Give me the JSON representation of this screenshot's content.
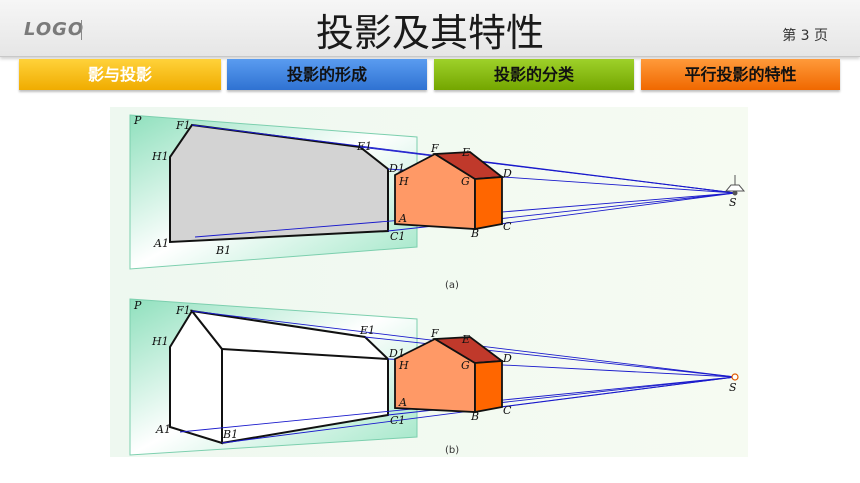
{
  "header": {
    "logo": "LOGO",
    "title": "投影及其特性",
    "page_number": "第 3 页"
  },
  "tabs": [
    {
      "label": "影与投影"
    },
    {
      "label": "投影的形成"
    },
    {
      "label": "投影的分类"
    },
    {
      "label": "平行投影的特性"
    }
  ],
  "figure": {
    "diagram_a": {
      "labels": {
        "P": "P",
        "F1": "F1",
        "E1": "E1",
        "H1": "H1",
        "D1": "D1",
        "A1": "A1",
        "B1": "B1",
        "C1": "C1",
        "F": "F",
        "E": "E",
        "H": "H",
        "G": "G",
        "D": "D",
        "A": "A",
        "B": "B",
        "C": "C",
        "S": "S"
      },
      "caption": "(a)"
    },
    "diagram_b": {
      "labels": {
        "P": "P",
        "F1": "F1",
        "E1": "E1",
        "H1": "H1",
        "D1": "D1",
        "A1": "A1",
        "B1": "B1",
        "C1": "C1",
        "F": "F",
        "E": "E",
        "H": "H",
        "G": "G",
        "D": "D",
        "A": "A",
        "B": "B",
        "C": "C",
        "S": "S"
      },
      "caption": "(b)"
    },
    "colors": {
      "plane": "#d9f5e8",
      "shadow_fill": "#d3d3d3",
      "house_front": "#ff9966",
      "house_side": "#ff6600",
      "house_roof": "#c0392b",
      "rays": "#1a1acc"
    }
  }
}
